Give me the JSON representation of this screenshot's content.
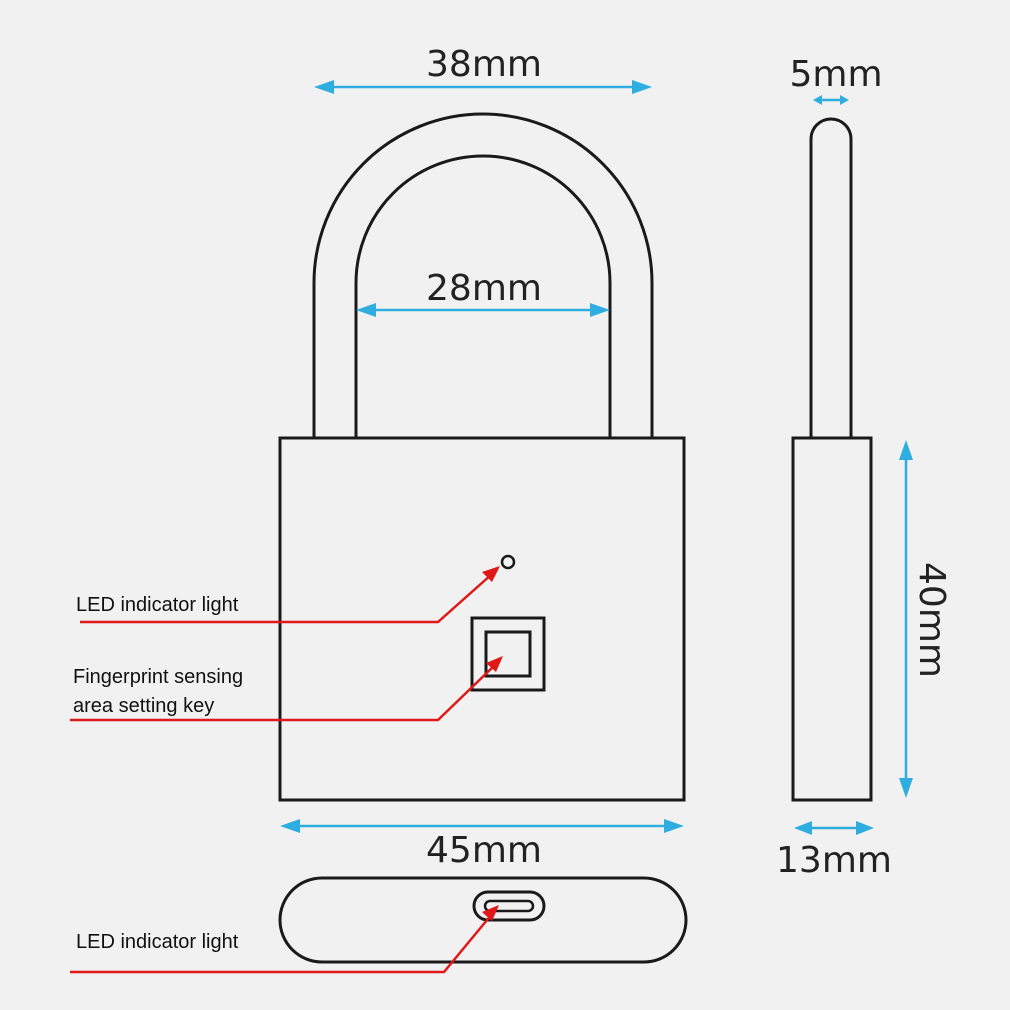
{
  "dimensions": {
    "shackle_outer_width": "38mm",
    "shackle_inner_width": "28mm",
    "shackle_thickness": "5mm",
    "body_height": "40mm",
    "body_width": "45mm",
    "body_depth": "13mm"
  },
  "callouts": {
    "led_front": "LED indicator light",
    "fingerprint_line1": "Fingerprint sensing",
    "fingerprint_line2": "area setting key",
    "led_bottom": "LED indicator light"
  },
  "colors": {
    "dimension": "#2eaee0",
    "callout": "#e01818",
    "outline": "#1a1a1a",
    "background": "#f1f1f1"
  }
}
